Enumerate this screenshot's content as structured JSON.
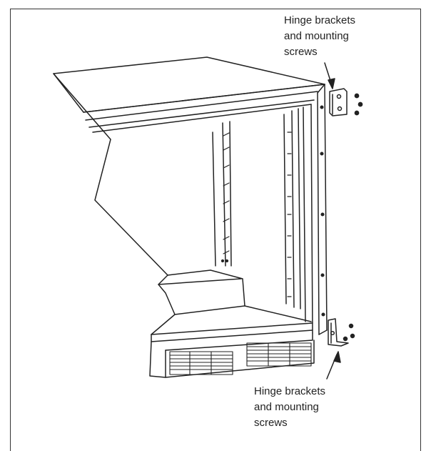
{
  "callouts": {
    "top": {
      "line1": "Hinge brackets",
      "line2": "and mounting",
      "line3": "screws"
    },
    "bottom": {
      "line1": "Hinge brackets",
      "line2": "and mounting",
      "line3": "screws"
    }
  },
  "colors": {
    "ink": "#222222",
    "background": "#ffffff"
  }
}
